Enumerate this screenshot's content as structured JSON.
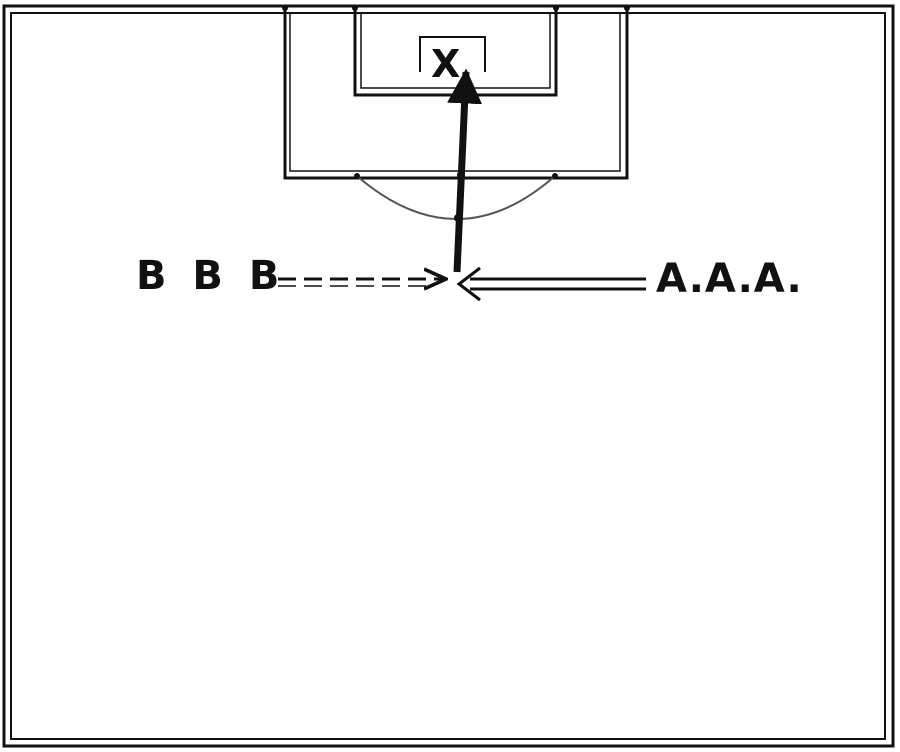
{
  "diagram": {
    "marker_label": "X",
    "left_group_label": "B B B",
    "right_group_label": "A.A.A.",
    "colors": {
      "line": "#111111",
      "arc": "#555555",
      "background": "#ffffff"
    }
  }
}
